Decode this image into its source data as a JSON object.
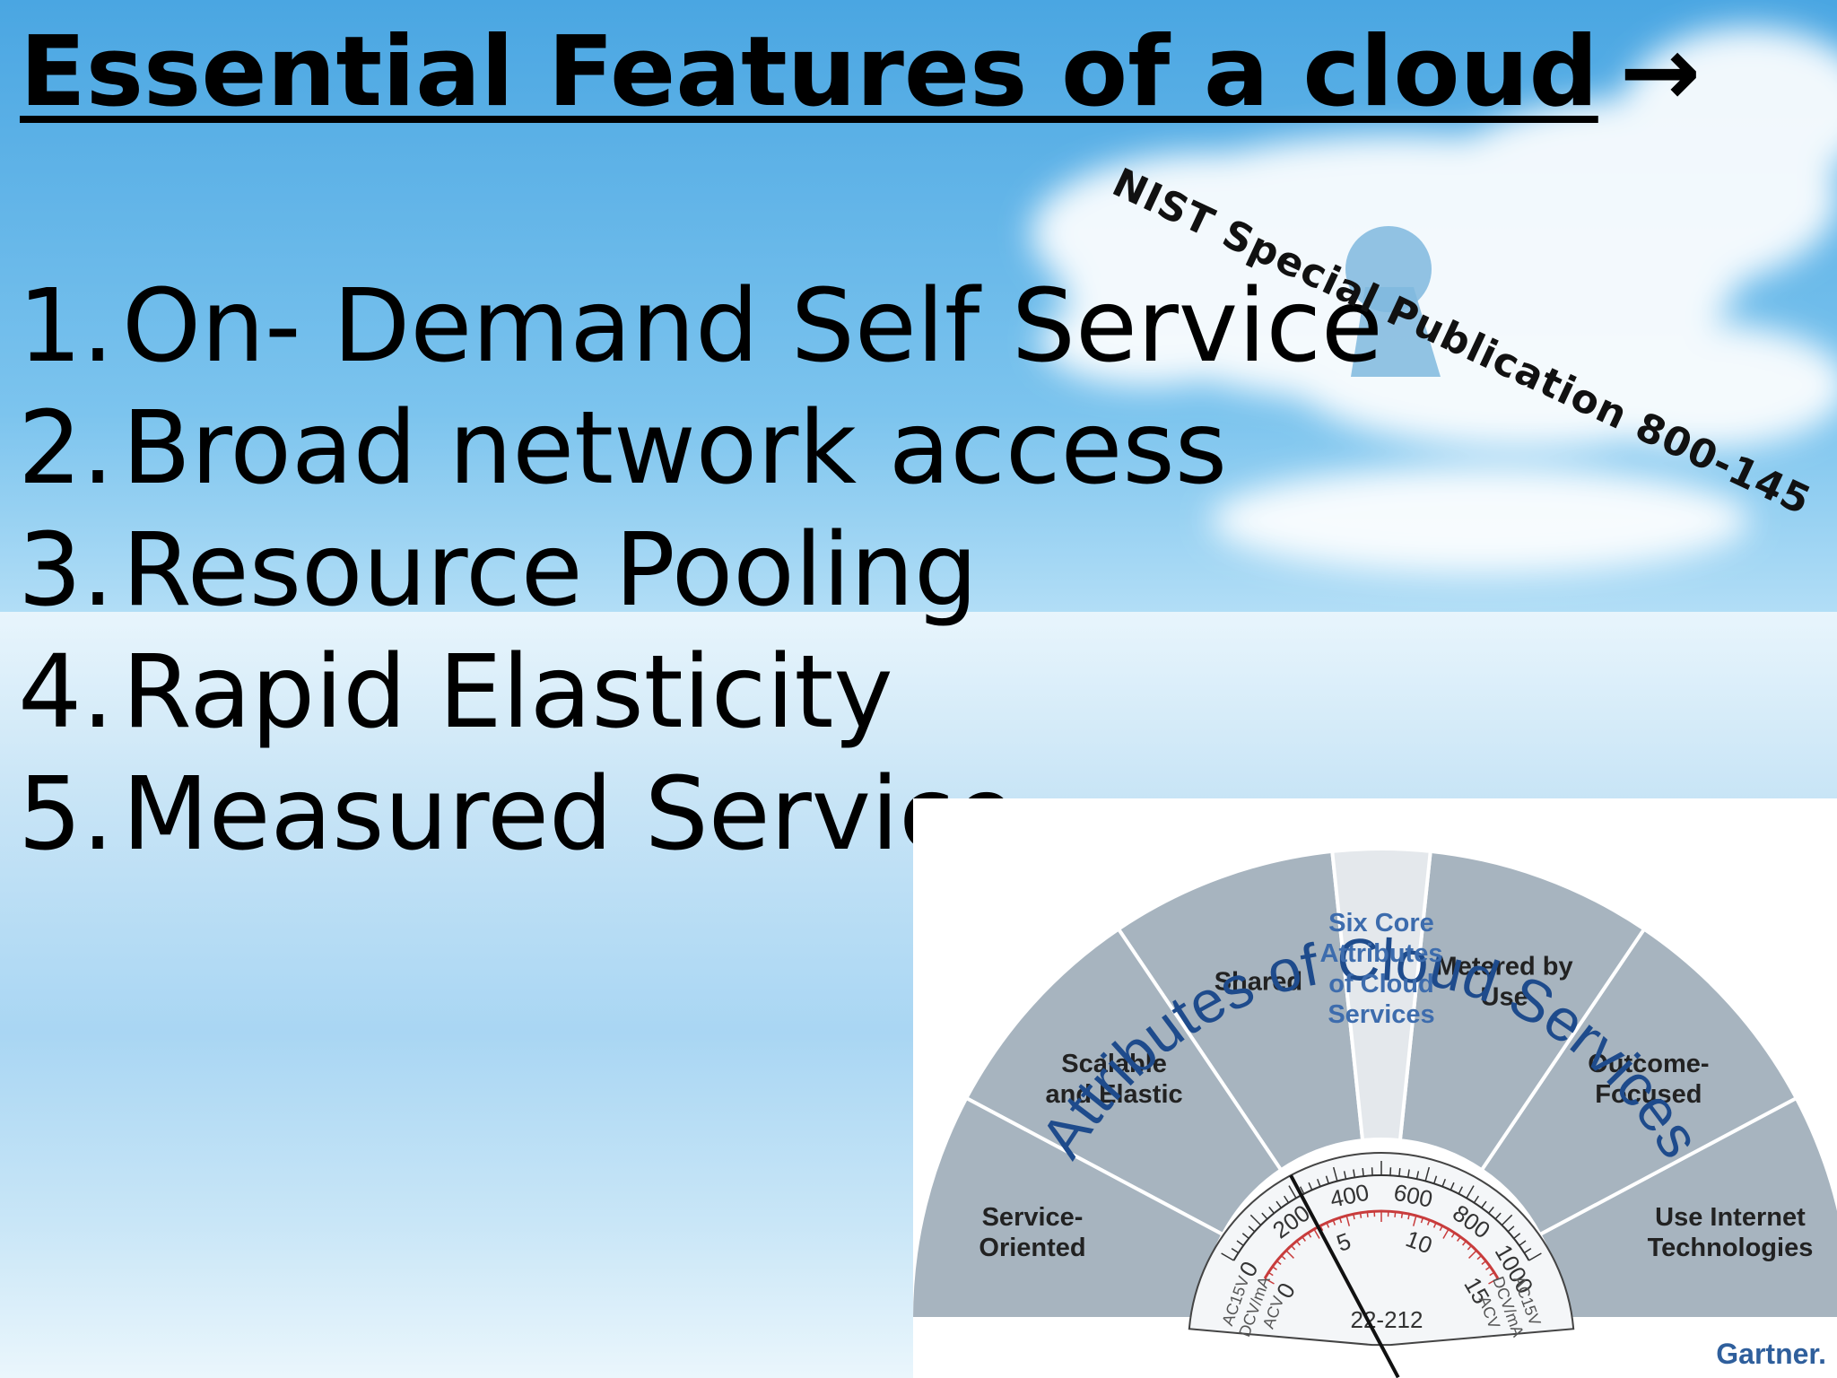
{
  "slide": {
    "title": "Essential Features of a cloud",
    "title_arrow": "→",
    "source_note": "NIST Special Publication 800-145",
    "features": [
      {
        "number": "1.",
        "text": "On- Demand Self Service"
      },
      {
        "number": "2.",
        "text": "Broad network access"
      },
      {
        "number": "3.",
        "text": "Resource Pooling"
      },
      {
        "number": "4.",
        "text": "Rapid Elasticity"
      },
      {
        "number": "5.",
        "text": "Measured Service"
      }
    ]
  },
  "diagram": {
    "title": "Attributes of Cloud Services",
    "center_lines": [
      "Six Core",
      "Attributes",
      "of Cloud",
      "Services"
    ],
    "segments": [
      {
        "lines": [
          "Service-",
          "Oriented"
        ]
      },
      {
        "lines": [
          "Scalable",
          "and Elastic"
        ]
      },
      {
        "lines": [
          "Shared"
        ]
      },
      {
        "lines": [
          "Metered by",
          "Use"
        ]
      },
      {
        "lines": [
          "Outcome-",
          "Focused"
        ]
      },
      {
        "lines": [
          "Use Internet",
          "Technologies"
        ]
      }
    ],
    "gauge": {
      "scale_top": [
        "200",
        "400",
        "600",
        "800",
        "1000"
      ],
      "scale_bottom": [
        "0",
        "5",
        "10",
        "15"
      ],
      "zero_top": "0",
      "model": "22-212",
      "left_marks": [
        "ACV",
        "DCV/mA",
        "AC15V"
      ],
      "right_marks": [
        "ACV",
        "DCV/mA",
        "AC15V"
      ]
    },
    "brand": "Gartner."
  },
  "colors": {
    "sky_top": "#4aa6e2",
    "segment_fill": "#a7b4bf",
    "center_fill": "#e4e8ec",
    "title_blue": "#1e4b8c",
    "center_text": "#3d6cad",
    "gauge_red": "#c83c3c"
  }
}
